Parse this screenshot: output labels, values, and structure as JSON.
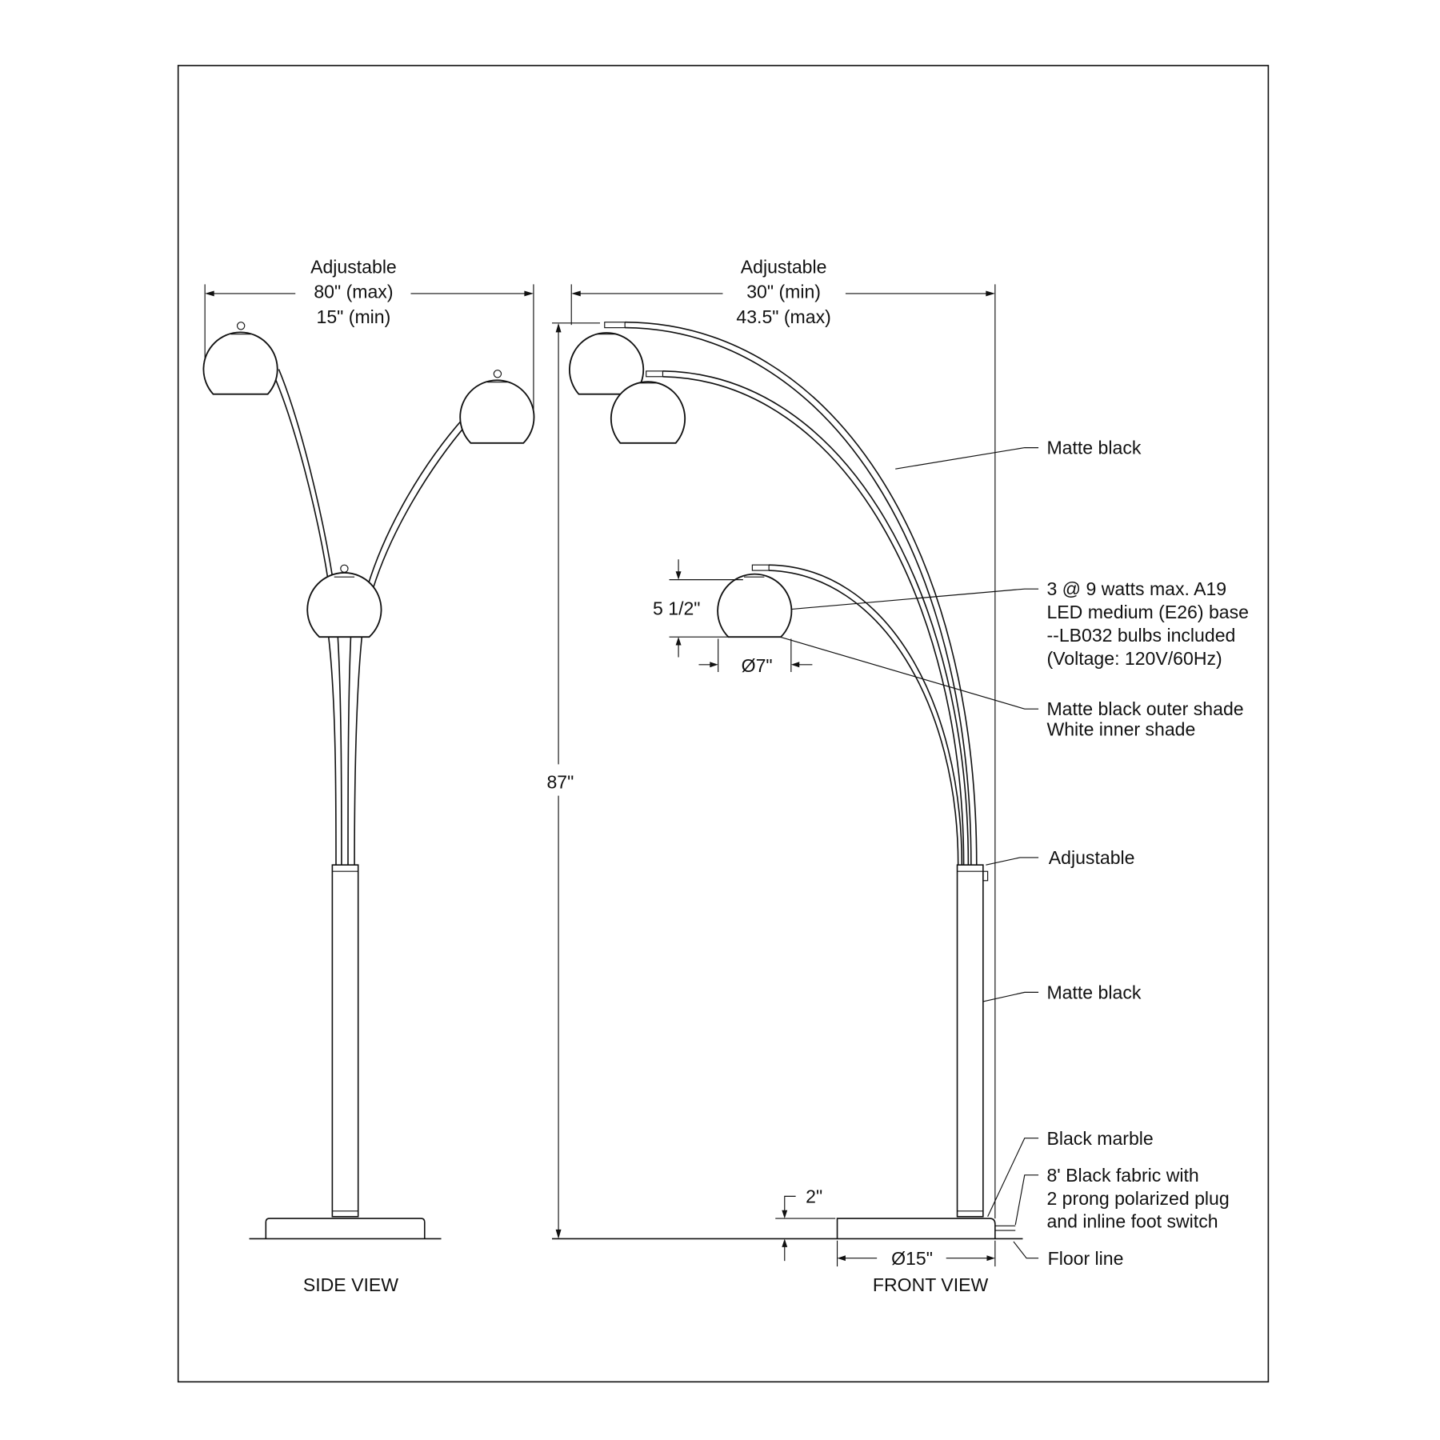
{
  "side_view": {
    "title": "SIDE VIEW",
    "width_dim": [
      "Adjustable",
      "80\" (max)",
      "15\" (min)"
    ]
  },
  "front_view": {
    "title": "FRONT VIEW",
    "width_dim": [
      "Adjustable",
      "30\" (min)",
      "43.5\" (max)"
    ],
    "height_dim": "87\"",
    "shade_height_dim": "5 1/2\"",
    "shade_diameter_dim": "Ø7\"",
    "base_height_dim": "2\"",
    "base_diameter_dim": "Ø15\""
  },
  "callouts": {
    "arm_finish": "Matte black",
    "bulbs": [
      "3 @ 9 watts max. A19",
      "LED medium (E26) base",
      "--LB032 bulbs included",
      "(Voltage: 120V/60Hz)"
    ],
    "shade": [
      "Matte black outer shade",
      "White inner shade"
    ],
    "adjustable": "Adjustable",
    "pole_finish": "Matte black",
    "base": "Black marble",
    "cord": [
      "8' Black fabric with",
      "2 prong polarized plug",
      "and inline foot switch"
    ],
    "floor": "Floor line"
  },
  "colors": {
    "line": "#111111",
    "background": "#ffffff"
  }
}
